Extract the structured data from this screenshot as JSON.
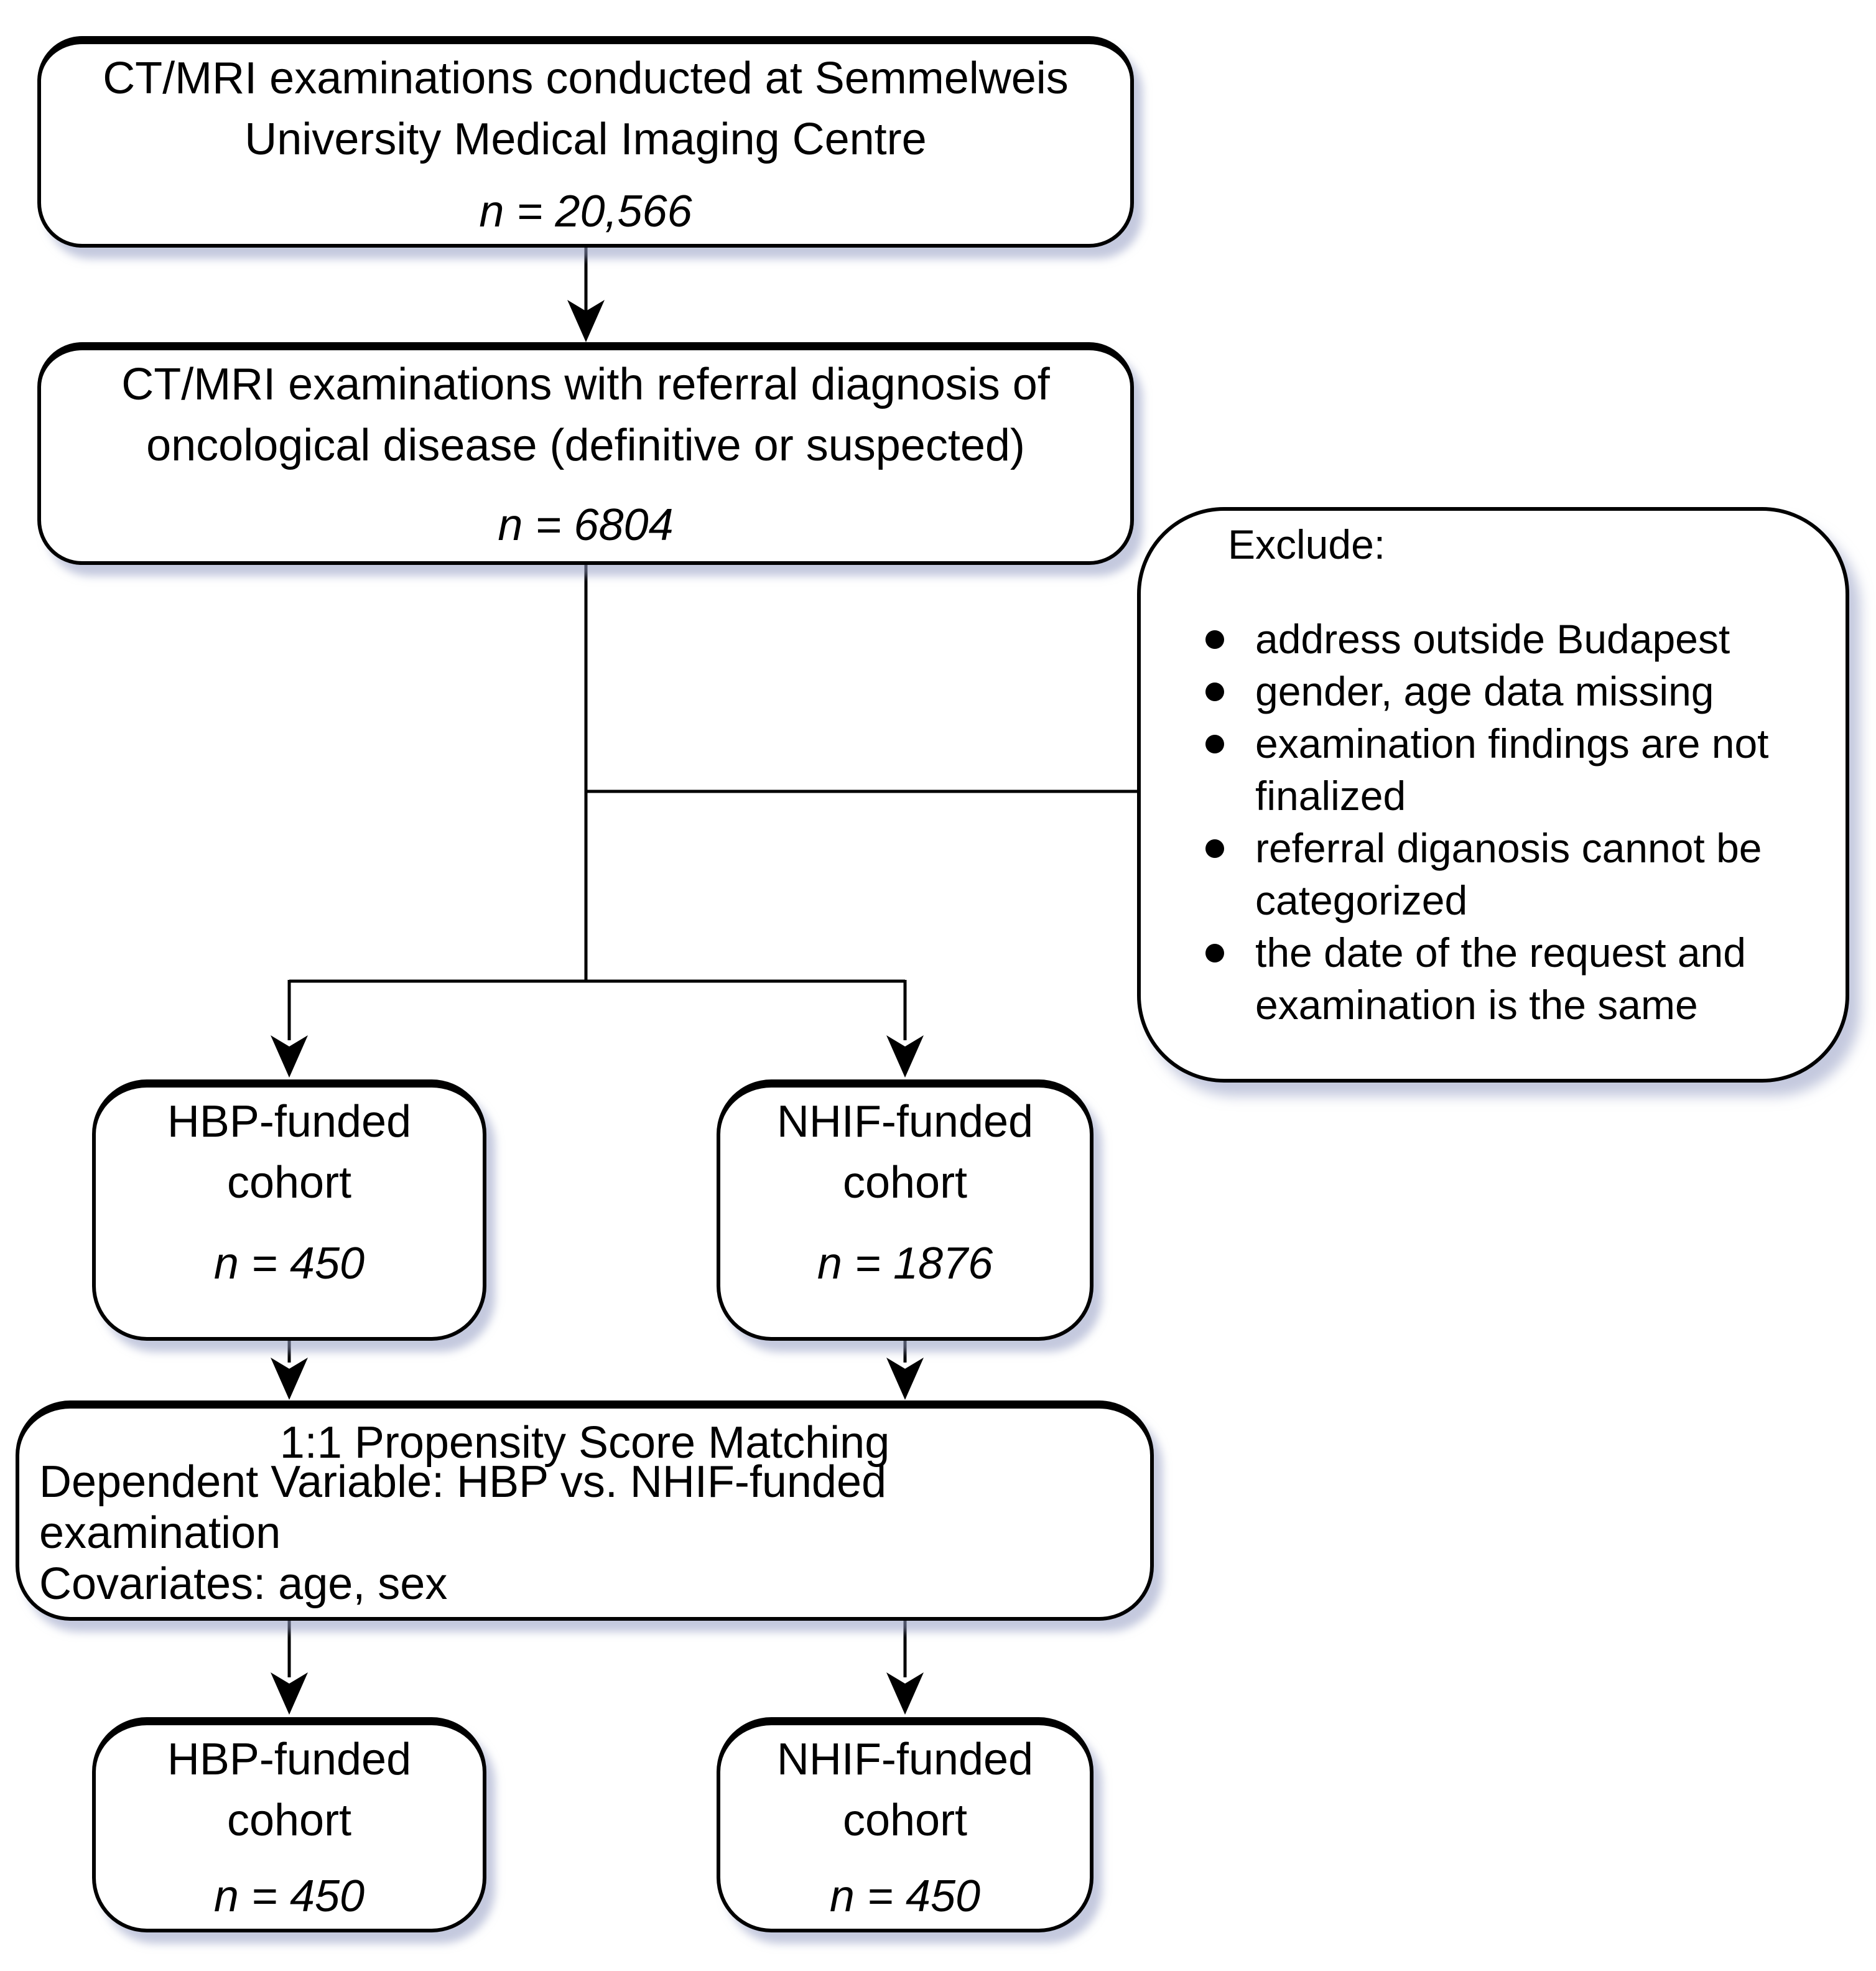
{
  "nodes": {
    "total": {
      "line1": "CT/MRI examinations conducted at Semmelweis",
      "line2": "University Medical Imaging Centre",
      "n_label": "n = 20,566"
    },
    "oncology": {
      "line1": "CT/MRI examinations with referral diagnosis of",
      "line2": "oncological disease (definitive or suspected)",
      "n_label": "n = 6804"
    },
    "exclude": {
      "title": "Exclude:",
      "items": [
        "address outside Budapest",
        "gender, age data missing",
        "examination findings are not finalized",
        "referral diganosis cannot be categorized",
        "the date of the request and examination is the same"
      ]
    },
    "hbp_prematch": {
      "line1": "HBP-funded",
      "line2": "cohort",
      "n_label": "n = 450"
    },
    "nhif_prematch": {
      "line1": "NHIF-funded",
      "line2": "cohort",
      "n_label": "n = 1876"
    },
    "psm": {
      "title": "1:1 Propensity Score Matching",
      "dependent_variable": "Dependent Variable: HBP vs. NHIF-funded examination",
      "covariates": "Covariates: age, sex"
    },
    "hbp_matched": {
      "line1": "HBP-funded",
      "line2": "cohort",
      "n_label": "n = 450"
    },
    "nhif_matched": {
      "line1": "NHIF-funded",
      "line2": "cohort",
      "n_label": "n = 450"
    }
  },
  "colors": {
    "line": "#000000",
    "text": "#000000",
    "box_background": "#ffffff",
    "page_background": "#ffffff",
    "shadow": "#949dc2"
  }
}
